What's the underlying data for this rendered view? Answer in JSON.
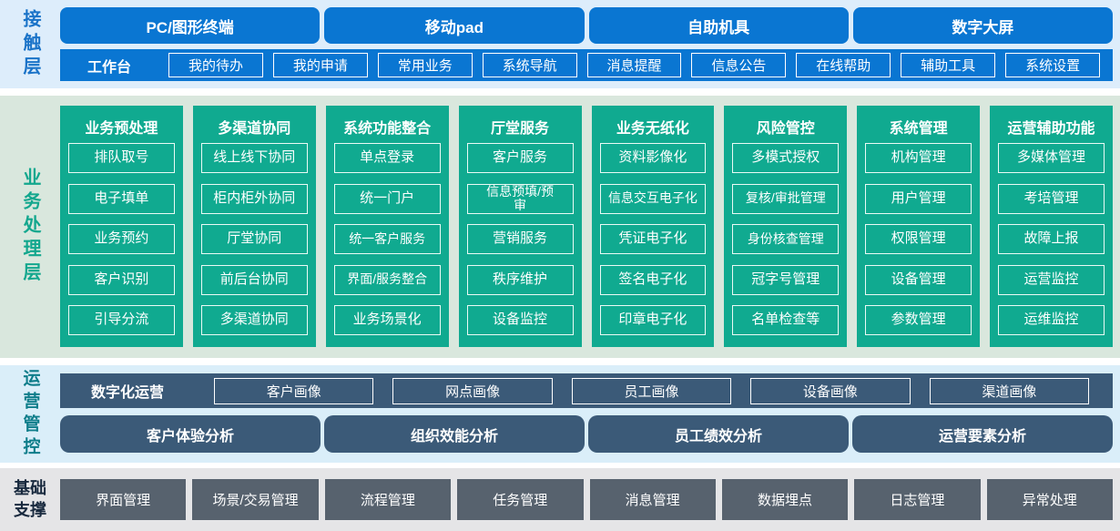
{
  "layers": {
    "contact": {
      "label": "接触层",
      "terminals": [
        "PC/图形终端",
        "移动pad",
        "自助机具",
        "数字大屏"
      ],
      "workbench_label": "工作台",
      "workbench_items": [
        "我的待办",
        "我的申请",
        "常用业务",
        "系统导航",
        "消息提醒",
        "信息公告",
        "在线帮助",
        "辅助工具",
        "系统设置"
      ]
    },
    "business": {
      "label": "业务处理层",
      "columns": [
        {
          "title": "业务预处理",
          "items": [
            "排队取号",
            "电子填单",
            "业务预约",
            "客户识别",
            "引导分流"
          ]
        },
        {
          "title": "多渠道协同",
          "items": [
            "线上线下协同",
            "柜内柜外协同",
            "厅堂协同",
            "前后台协同",
            "多渠道协同"
          ]
        },
        {
          "title": "系统功能整合",
          "items": [
            "单点登录",
            "统一门户",
            "统一客户服务",
            "界面/服务整合",
            "业务场景化"
          ]
        },
        {
          "title": "厅堂服务",
          "items": [
            "客户服务",
            "信息预填/预审",
            "营销服务",
            "秩序维护",
            "设备监控"
          ]
        },
        {
          "title": "业务无纸化",
          "items": [
            "资料影像化",
            "信息交互电子化",
            "凭证电子化",
            "签名电子化",
            "印章电子化"
          ]
        },
        {
          "title": "风险管控",
          "items": [
            "多模式授权",
            "复核/审批管理",
            "身份核查管理",
            "冠字号管理",
            "名单检查等"
          ]
        },
        {
          "title": "系统管理",
          "items": [
            "机构管理",
            "用户管理",
            "权限管理",
            "设备管理",
            "参数管理"
          ]
        },
        {
          "title": "运营辅助功能",
          "items": [
            "多媒体管理",
            "考培管理",
            "故障上报",
            "运营监控",
            "运维监控"
          ]
        }
      ]
    },
    "operations": {
      "label": "运营管控",
      "digital_label": "数字化运营",
      "portraits": [
        "客户画像",
        "网点画像",
        "员工画像",
        "设备画像",
        "渠道画像"
      ],
      "analyses": [
        "客户体验分析",
        "组织效能分析",
        "员工绩效分析",
        "运营要素分析"
      ]
    },
    "foundation": {
      "label": "基础支撑",
      "items": [
        "界面管理",
        "场景/交易管理",
        "流程管理",
        "任务管理",
        "消息管理",
        "数据埋点",
        "日志管理",
        "异常处理"
      ]
    }
  },
  "colors": {
    "primary_blue": "#0a76d2",
    "teal_green": "#10aa90",
    "slate_blue": "#3b5a78",
    "module_gray": "#57626e",
    "contact_strip_bg": "#ddedfb",
    "business_strip_bg": "#d9e7dd",
    "operations_strip_bg": "#daeef9",
    "foundation_strip_bg": "#e5e5e7",
    "contact_label": "#1a73c8",
    "business_label": "#13a78e",
    "operations_label": "#0e7d8a",
    "foundation_label": "#18293e"
  }
}
